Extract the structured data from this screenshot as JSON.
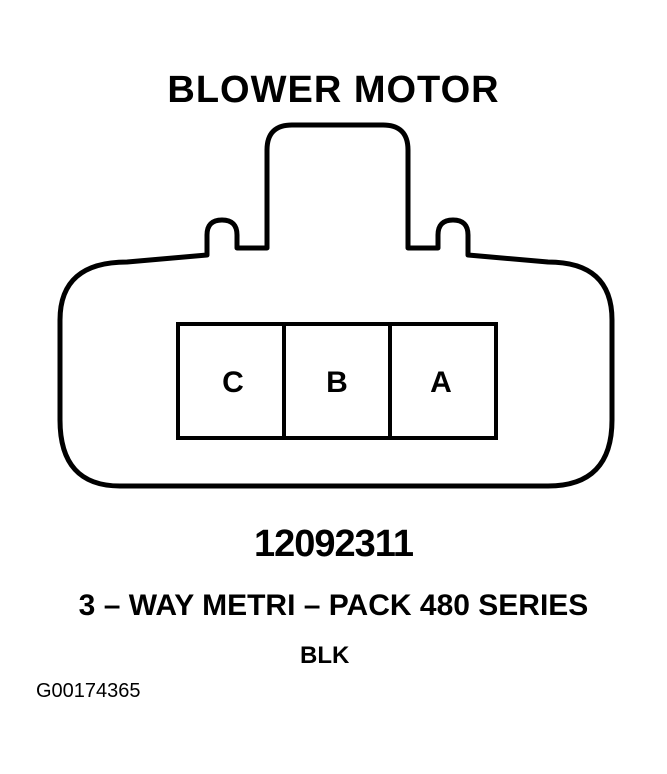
{
  "title": "BLOWER MOTOR",
  "connector": {
    "pins": [
      "C",
      "B",
      "A"
    ]
  },
  "part_number": "12092311",
  "series": "3 – WAY METRI – PACK 480 SERIES",
  "color": "BLK",
  "figure_id": "G00174365"
}
